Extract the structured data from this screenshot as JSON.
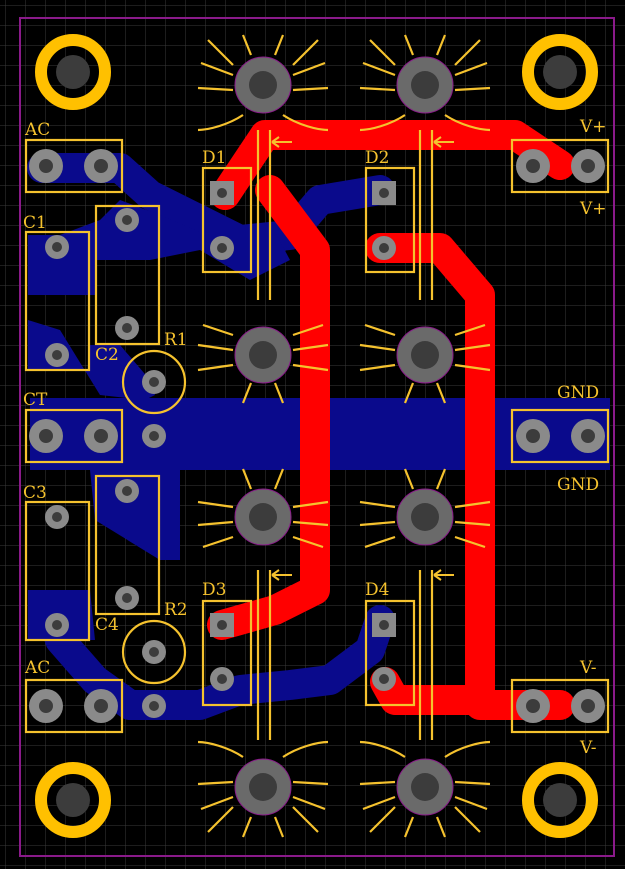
{
  "labels": {
    "ac_top": "AC",
    "ac_bottom": "AC",
    "ct": "CT",
    "c1": "C1",
    "c2": "C2",
    "c3": "C3",
    "c4": "C4",
    "r1": "R1",
    "r2": "R2",
    "d1": "D1",
    "d2": "D2",
    "d3": "D3",
    "d4": "D4",
    "vplus_top": "V+",
    "vplus_bottom": "V+",
    "gnd_top": "GND",
    "gnd_bottom": "GND",
    "vminus_top": "V-",
    "vminus_bottom": "V-"
  },
  "colors": {
    "background": "#000000",
    "grid": "#3a3a3a",
    "silkscreen": "#f5c22e",
    "top_copper": "#ff0000",
    "bottom_copper": "#0a0a8c",
    "pad": "#8a8a8a",
    "hole": "#3c3c3c",
    "board_outline": "#8a1a8a",
    "mounting_ring": "#ffc000"
  }
}
